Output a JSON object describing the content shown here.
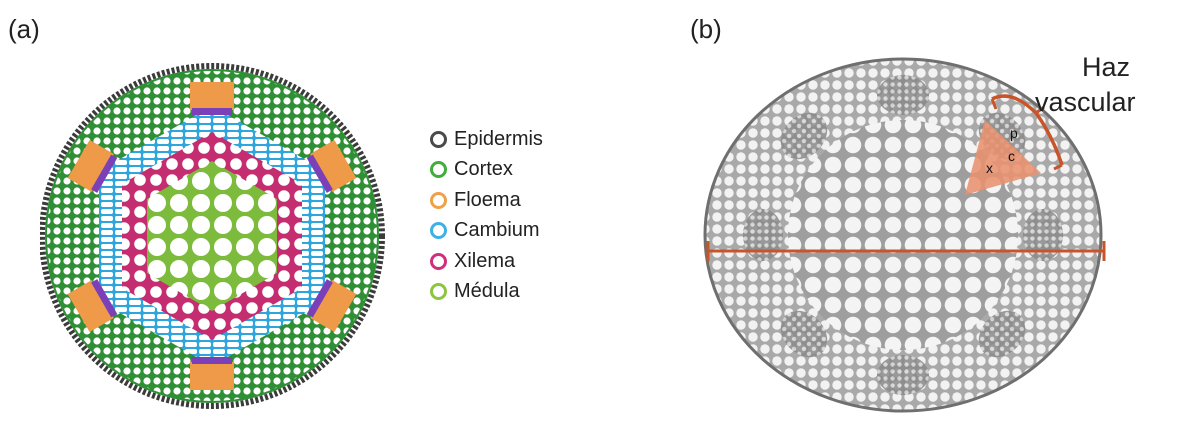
{
  "panels": {
    "a": "(a)",
    "b": "(b)"
  },
  "legend": [
    {
      "label": "Epidermis",
      "color": "#4a4a4a"
    },
    {
      "label": "Cortex",
      "color": "#3fae3a"
    },
    {
      "label": "Floema",
      "color": "#f0a045"
    },
    {
      "label": "Cambium",
      "color": "#3fb0e6"
    },
    {
      "label": "Xilema",
      "color": "#d0307a"
    },
    {
      "label": "Médula",
      "color": "#8cc63f"
    }
  ],
  "annotation": {
    "line1": "Haz",
    "line2": "vascular"
  },
  "micro_labels": {
    "p": "p",
    "c": "c",
    "x": "x"
  },
  "colors": {
    "accent": "#c8552a",
    "bundle_fill": "#e89a7c"
  }
}
